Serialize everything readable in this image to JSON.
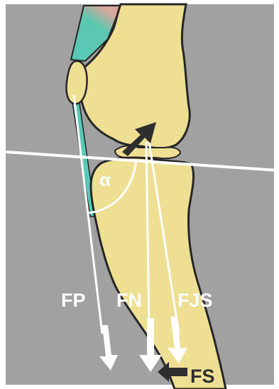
{
  "labels": {
    "fp": "FP",
    "fn": "FN",
    "fjs": "FJS",
    "fs": "FS",
    "alpha": "α"
  },
  "colors": {
    "background": "#a1a1a1",
    "bone": "#eedf93",
    "outline": "#262626",
    "arrow_white": "#ffffff",
    "arrow_dark": "#2e2e2e",
    "muscle_teal": "#58c9b6",
    "muscle_pink": "#d9a79c",
    "frame": "#ffffff"
  }
}
